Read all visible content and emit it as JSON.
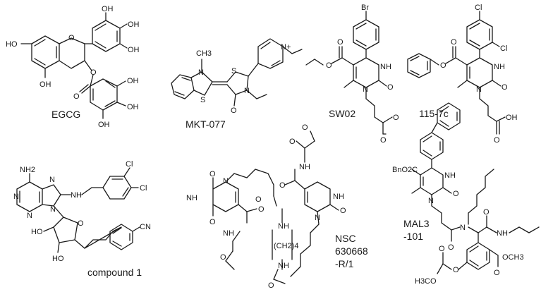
{
  "compounds": [
    {
      "name": "EGCG"
    },
    {
      "name": "MKT-077"
    },
    {
      "name": "SW02"
    },
    {
      "name": "115-7c"
    },
    {
      "name": "compound 1"
    },
    {
      "name": "NSC\n630668\n-R/1",
      "lines": [
        "NSC",
        "630668",
        "-R/1"
      ]
    },
    {
      "name": "MAL3\n-101",
      "lines": [
        "MAL3",
        "-101"
      ]
    }
  ],
  "atoms": {
    "oh": "OH",
    "ho": "HO",
    "o": "O",
    "n": "N",
    "nplus": "N+",
    "s": "S",
    "nh": "NH",
    "nh2": "NH2",
    "cl": "Cl",
    "br": "Br",
    "cn": "CN",
    "ch3": "CH3",
    "bno2c": "BnO2C",
    "h3co": "H3CO",
    "och3": "OCH3",
    "ch2n": "(CH2)4"
  }
}
